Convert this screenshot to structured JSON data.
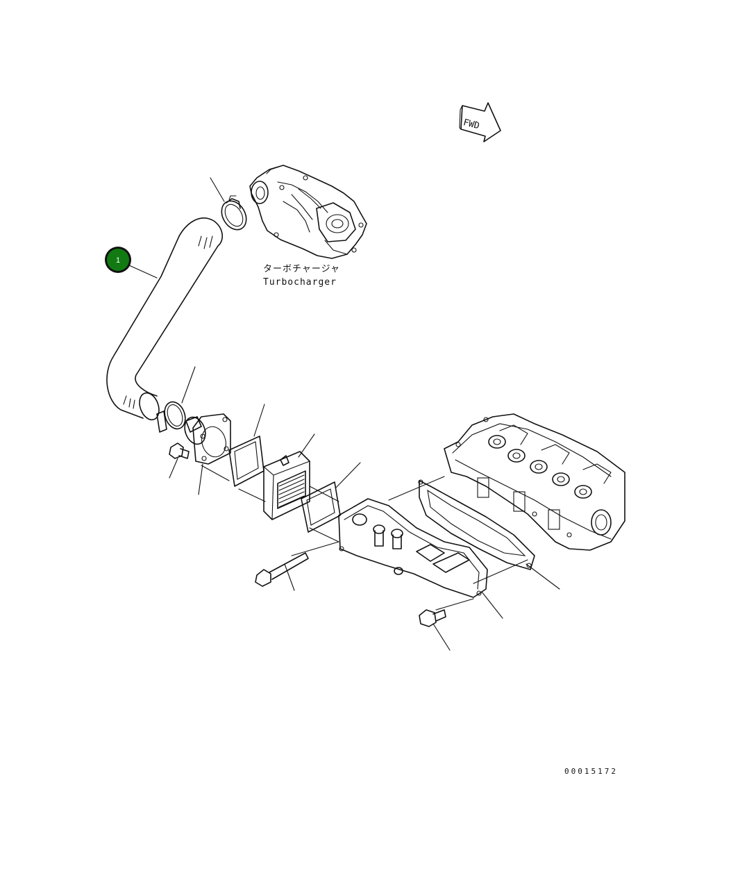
{
  "callouts": [
    {
      "number": "1",
      "part": "hose",
      "color": "#127a12"
    }
  ],
  "labels": {
    "turbocharger_jp": "ターボチャージャ",
    "turbocharger_en": "Turbocharger",
    "forward_arrow": "FWD",
    "drawing_code": "00015172"
  },
  "icons": {
    "forward_arrow": "fwd-arrow-icon"
  }
}
